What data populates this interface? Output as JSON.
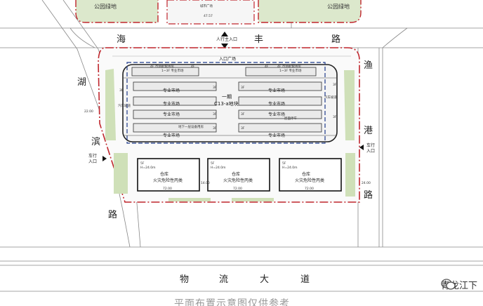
{
  "plan": {
    "parks": [
      "公园绿地",
      "城市广场",
      "公园绿地"
    ],
    "plaza_dim": "47.57",
    "roads": {
      "haifeng": [
        "海",
        "丰",
        "路"
      ],
      "yugang": [
        "渔",
        "港",
        "路"
      ],
      "hubin": [
        "湖",
        "滨",
        "路"
      ],
      "wuliu": [
        "物",
        "流",
        "大",
        "道"
      ]
    },
    "entrances": {
      "pedestrian_main": "人行主入口",
      "plaza": "入口广场",
      "vehicle_left": [
        "车行",
        "入口"
      ],
      "vehicle_right": [
        "车行",
        "入口"
      ]
    },
    "main_block": {
      "phase": "一期",
      "code": "C13-a地块",
      "markets": [
        "专业市场",
        "专业市场",
        "专业市场",
        "专业市场",
        "专业市场",
        "专业市场",
        "专业市场",
        "专业市场"
      ],
      "floors": [
        "4F",
        "4F",
        "3F",
        "3F",
        "3F",
        "3F",
        "3F",
        "3F",
        "3F",
        "3F",
        "3F"
      ],
      "top_notes": [
        "4F 市场配套用房",
        "1~3F 专业市场",
        "4F 市场配套用房",
        "1~3F 专业市场"
      ],
      "ramps": [
        "汽车坡道",
        "汽车坡道"
      ],
      "parking": "屋面停车",
      "underground": "地下一层设备用房"
    },
    "warehouses": [
      {
        "floors": "5F",
        "height": "H=24.0m",
        "name": "仓库",
        "type": "火灾危险性丙类",
        "width": "72.00"
      },
      {
        "floors": "5F",
        "height": "H=24.0m",
        "name": "仓库",
        "type": "火灾危险性丙类",
        "width": "72.00"
      },
      {
        "floors": "5F",
        "height": "H=24.0m",
        "name": "仓库",
        "type": "火灾危险性丙类",
        "width": "72.00"
      }
    ],
    "dims": {
      "gap": "14.00",
      "right_setback": "24.00",
      "left_setback": "22.00"
    }
  },
  "watermark": {
    "text": "青龙江下",
    "icon": "wechat-icon"
  },
  "caption": "平面布置示意图仅供参考"
}
